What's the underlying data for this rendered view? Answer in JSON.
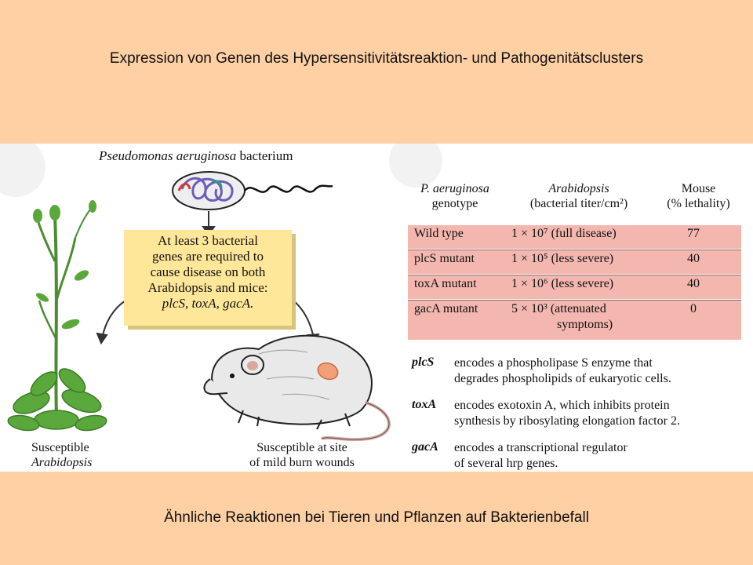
{
  "title": "Expression von Genen des Hypersensitivitätsreaktion- und Pathogenitätsclusters",
  "caption": "Ähnliche Reaktionen bei Tieren und Pflanzen auf Bakterienbefall",
  "figure": {
    "bacterium_species": "Pseudomonas aeruginosa",
    "bacterium_word": " bacterium",
    "box_lines": [
      "At least 3 bacterial",
      "genes are required to",
      "cause disease on both",
      "Arabidopsis and mice:",
      "plcS, toxA, gacA."
    ],
    "plant_label": [
      "Susceptible",
      "Arabidopsis"
    ],
    "mouse_label": [
      "Susceptible at site",
      "of mild burn wounds"
    ],
    "table": {
      "headers": [
        [
          "P. aeruginosa",
          "genotype"
        ],
        [
          "Arabidopsis",
          "(bacterial titer/cm²)"
        ],
        [
          "Mouse",
          "(% lethality)"
        ]
      ],
      "rows": [
        {
          "genotype": "Wild type",
          "arabidopsis": "1 × 10⁷ (full disease)",
          "mouse": "77"
        },
        {
          "genotype": "plcS mutant",
          "arabidopsis": "1 × 10⁵ (less severe)",
          "mouse": "40"
        },
        {
          "genotype": "toxA mutant",
          "arabidopsis": "1 × 10⁶ (less severe)",
          "mouse": "40"
        },
        {
          "genotype": "gacA mutant",
          "arabidopsis": "5 × 10³ (attenuated",
          "arabidopsis2": "symptoms)",
          "mouse": "0"
        }
      ]
    },
    "genes": [
      {
        "name": "plcS",
        "desc1": "encodes a phospholipase S enzyme that",
        "desc2": "degrades phospholipids of eukaryotic cells."
      },
      {
        "name": "toxA",
        "desc1": "encodes exotoxin A, which inhibits protein",
        "desc2": "synthesis by ribosylating elongation factor 2."
      },
      {
        "name": "gacA",
        "desc1": "encodes a transcriptional regulator",
        "desc2": "of several hrp genes."
      }
    ],
    "colors": {
      "table_row": "#f4b7b0",
      "gene_box": "#ffe79a",
      "plant_green": "#5aa83c",
      "slide_bg": "#ffd0a4"
    }
  }
}
